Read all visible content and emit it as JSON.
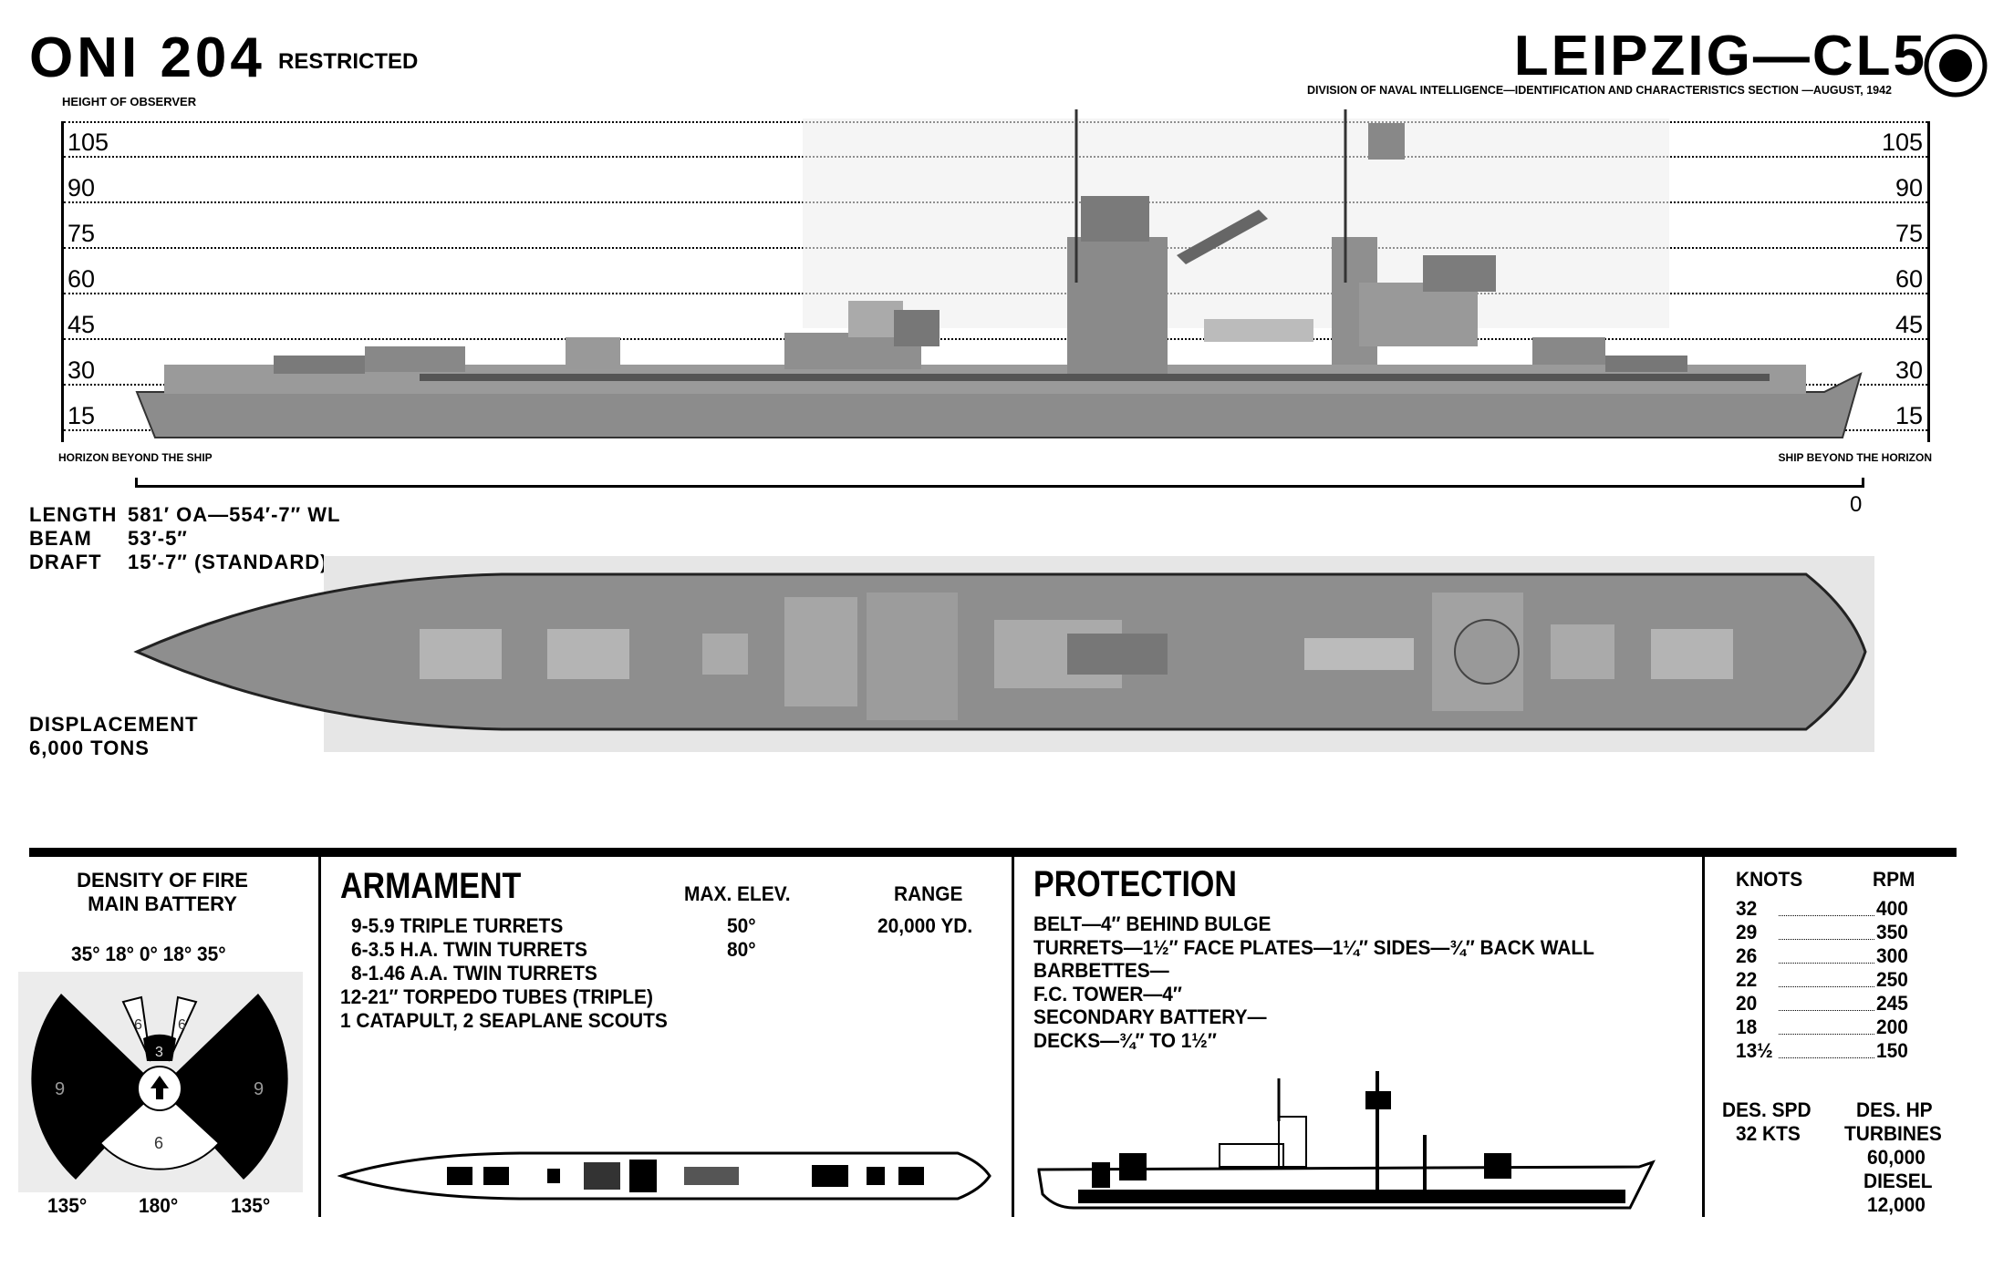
{
  "header": {
    "doc_number": "ONI 204",
    "classification": "RESTRICTED",
    "ship_title": "LEIPZIG—CL5",
    "division_line": "DIVISION OF NAVAL INTELLIGENCE—IDENTIFICATION AND CHARACTERISTICS SECTION —AUGUST, 1942",
    "emblem_icon": "national-insignia-emblem"
  },
  "profile": {
    "height_of_observer_label": "HEIGHT OF OBSERVER",
    "height_marks": [
      "105",
      "90",
      "75",
      "60",
      "45",
      "30",
      "15"
    ],
    "horizon_left_label": "HORIZON BEYOND THE SHIP",
    "horizon_right_label": "SHIP BEYOND THE HORIZON",
    "scale_zero": "0"
  },
  "dimensions": {
    "length_label": "LENGTH",
    "length_value": "581′ OA—554′-7″ WL",
    "beam_label": "BEAM",
    "beam_value": "53′-5″",
    "draft_label": "DRAFT",
    "draft_value": "15′-7″ (STANDARD)",
    "displacement_label": "DISPLACEMENT",
    "displacement_value": "6,000 TONS"
  },
  "density_of_fire": {
    "title_line1": "DENSITY OF FIRE",
    "title_line2": "MAIN BATTERY",
    "top_angles": "35° 18° 0° 18° 35°",
    "bottom_angles": [
      "135°",
      "180°",
      "135°"
    ],
    "sectors": {
      "left": "9",
      "right": "9",
      "fwd_left": "6",
      "fwd_right": "6",
      "ahead": "3",
      "astern": "6"
    }
  },
  "armament": {
    "title": "ARMAMENT",
    "col_elev": "MAX. ELEV.",
    "col_range": "RANGE",
    "rows": [
      {
        "item": "9-5.9 TRIPLE TURRETS",
        "elev": "50°",
        "range": "20,000 YD."
      },
      {
        "item": "6-3.5 H.A. TWIN TURRETS",
        "elev": "80°",
        "range": ""
      },
      {
        "item": "8-1.46 A.A. TWIN TURRETS",
        "elev": "",
        "range": ""
      },
      {
        "item": "12-21″ TORPEDO TUBES (TRIPLE)",
        "elev": "",
        "range": ""
      },
      {
        "item": "1 CATAPULT, 2 SEAPLANE SCOUTS",
        "elev": "",
        "range": ""
      }
    ]
  },
  "protection": {
    "title": "PROTECTION",
    "rows": [
      "BELT—4″ BEHIND BULGE",
      "TURRETS—1½″ FACE PLATES—1¼″ SIDES—¾″ BACK WALL",
      "BARBETTES—",
      "F.C. TOWER—4″",
      "SECONDARY BATTERY—",
      "DECKS—¾″ TO 1½″"
    ]
  },
  "speed": {
    "col_knots": "KNOTS",
    "col_rpm": "RPM",
    "rows": [
      {
        "knots": "32",
        "rpm": "400"
      },
      {
        "knots": "29",
        "rpm": "350"
      },
      {
        "knots": "26",
        "rpm": "300"
      },
      {
        "knots": "22",
        "rpm": "250"
      },
      {
        "knots": "20",
        "rpm": "245"
      },
      {
        "knots": "18",
        "rpm": "200"
      },
      {
        "knots": "13½",
        "rpm": "150"
      }
    ],
    "des_spd_label": "DES. SPD",
    "des_spd_value": "32 KTS",
    "des_hp_label": "DES. HP",
    "turbines_label": "TURBINES",
    "turbines_value": "60,000",
    "diesel_label": "DIESEL",
    "diesel_value": "12,000"
  }
}
